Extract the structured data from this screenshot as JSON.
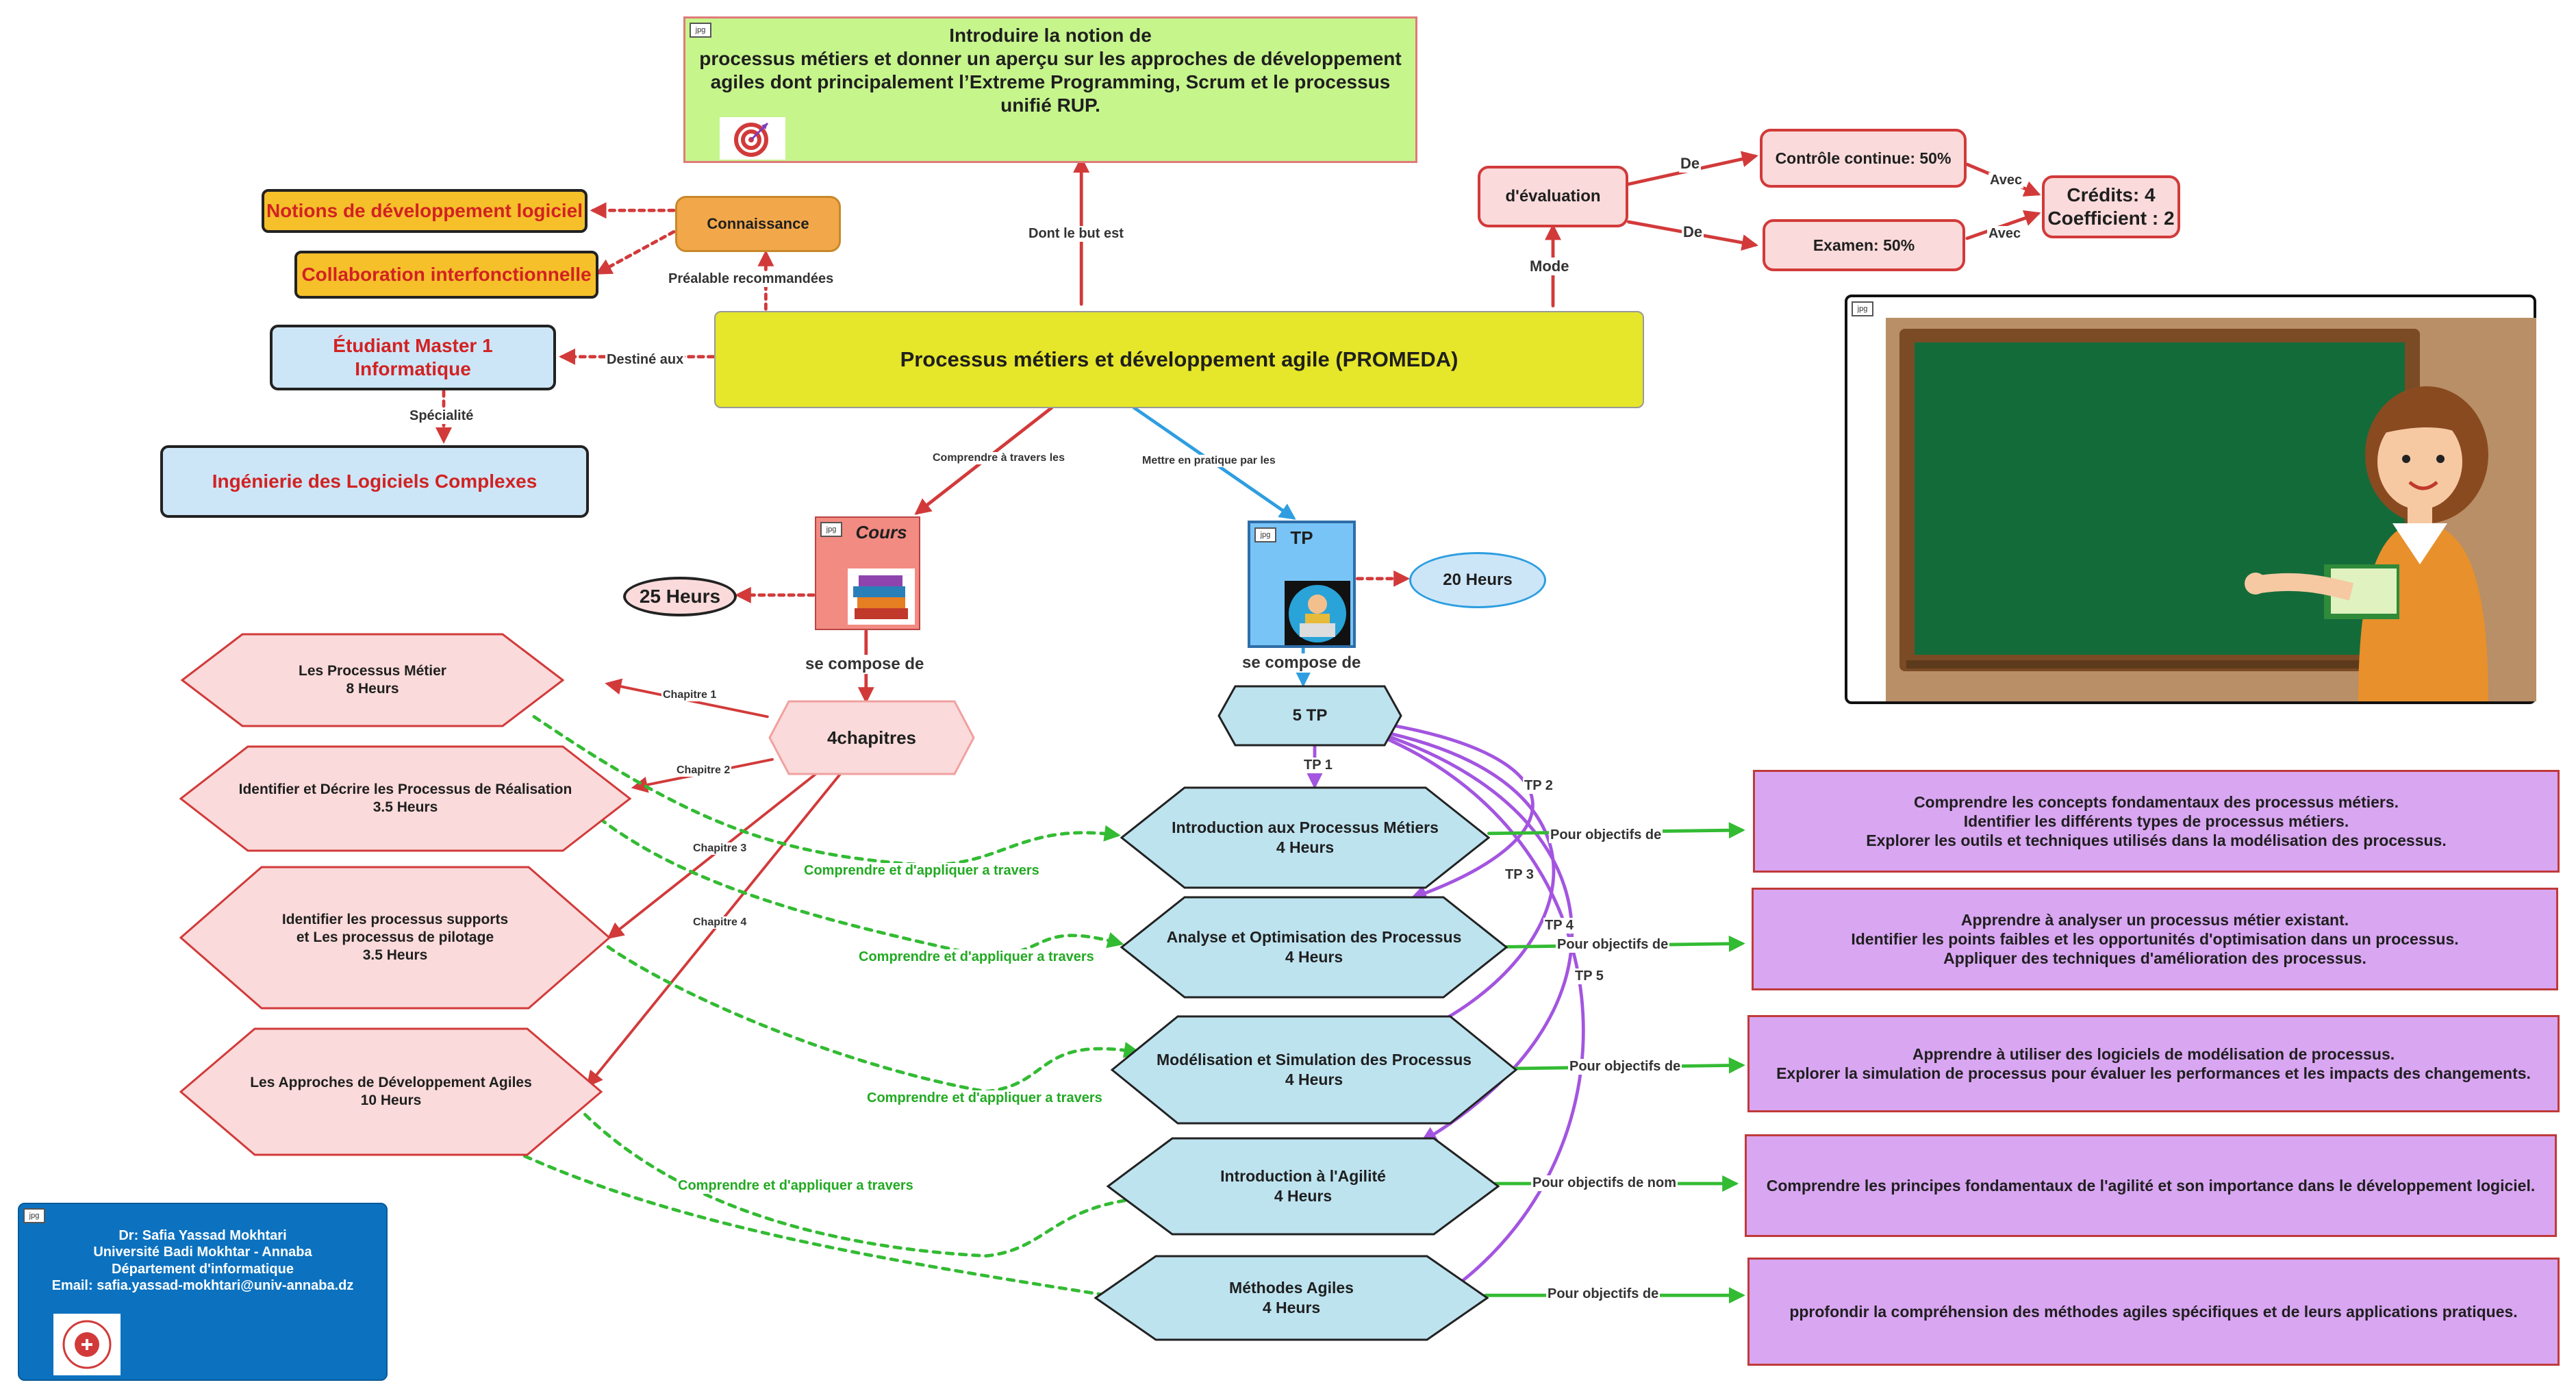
{
  "goal": {
    "lines": [
      "Introduire la notion de",
      "processus métiers et donner un aperçu sur les approches de développement",
      "agiles dont principalement l’Extreme Programming, Scrum et le processus",
      "unifié RUP."
    ],
    "icon": "target-icon"
  },
  "central": {
    "label": "Processus métiers et développement agile (PROMEDA)"
  },
  "edge_labels": {
    "dont_le_but": "Dont le but est",
    "mode": "Mode",
    "prealable": "Préalable  recommandées",
    "destine": "Destiné aux",
    "specialite": "Spécialité",
    "comprendre_travers": "Comprendre à travers les",
    "mettre_pratique": "Mettre en pratique par les",
    "de1": "De",
    "de2": "De",
    "avec1": "Avec",
    "avec2": "Avec",
    "cours_compose": "se compose de",
    "tp_compose": "se compose de",
    "chapitre1": "Chapitre 1",
    "chapitre2": "Chapitre 2",
    "chapitre3": "Chapitre 3",
    "chapitre4": "Chapitre 4",
    "tp1": "TP 1",
    "tp2": "TP 2",
    "tp3": "TP 3",
    "tp4": "TP 4",
    "tp5": "TP 5",
    "cat1": "Comprendre et d'appliquer a travers",
    "cat2": "Comprendre et d'appliquer a travers",
    "cat3": "Comprendre et d'appliquer a travers",
    "cat4": "Comprendre et d'appliquer a travers",
    "obj1": "Pour objectifs de",
    "obj2": "Pour objectifs de",
    "obj3": "Pour objectifs de",
    "obj4": "Pour objectifs de nom",
    "obj5": "Pour objectifs de"
  },
  "connaissance": {
    "label": "Connaissance",
    "items": [
      "Notions de développement logiciel",
      "Collaboration interfonctionnelle"
    ]
  },
  "audience": {
    "label": "Étudiant Master 1 Informatique",
    "specialty": "Ingénierie des Logiciels Complexes"
  },
  "evaluation": {
    "label": "d'évaluation",
    "continuous": "Contrôle continue: 50%",
    "exam": "Examen: 50%",
    "credits": "Crédits: 4",
    "coefficient": "Coefficient : 2"
  },
  "cours": {
    "label": "Cours",
    "hours": "25 Heurs",
    "chapters_label": "4chapitres"
  },
  "tp": {
    "label": "TP",
    "hours": "20 Heurs",
    "count_label": "5 TP"
  },
  "chapters": [
    {
      "title": "Les Processus Métier",
      "hours": "8 Heurs"
    },
    {
      "title": "Identifier et Décrire les Processus de Réalisation",
      "hours": "3.5 Heurs"
    },
    {
      "title": "Identifier les processus supports",
      "title2": "et Les processus de pilotage",
      "hours": "3.5 Heurs"
    },
    {
      "title": "Les Approches de Développement Agiles",
      "hours": "10 Heurs"
    }
  ],
  "tps": [
    {
      "title": "Introduction aux Processus Métiers",
      "hours": "4 Heurs"
    },
    {
      "title": "Analyse et Optimisation des Processus",
      "hours": "4 Heurs"
    },
    {
      "title": "Modélisation et Simulation des Processus",
      "hours": "4 Heurs"
    },
    {
      "title": "Introduction à l'Agilité",
      "hours": "4 Heurs"
    },
    {
      "title": "Méthodes Agiles",
      "hours": "4 Heurs"
    }
  ],
  "objectives": [
    {
      "lines": [
        "Comprendre les concepts fondamentaux des processus métiers.",
        "Identifier les différents types de processus métiers.",
        "Explorer les outils et techniques utilisés dans la modélisation des processus."
      ]
    },
    {
      "lines": [
        "Apprendre à analyser un processus métier existant.",
        "Identifier les points faibles et les opportunités d'optimisation dans un processus.",
        "Appliquer des techniques d'amélioration des processus."
      ]
    },
    {
      "lines": [
        "Apprendre à utiliser des logiciels de modélisation de processus.",
        "Explorer la simulation de processus pour évaluer les performances et les impacts des changements."
      ]
    },
    {
      "lines": [
        "Comprendre les principes fondamentaux de l'agilité et son importance dans le développement logiciel."
      ]
    },
    {
      "lines": [
        "pprofondir la compréhension des méthodes agiles spécifiques et de leurs applications pratiques."
      ]
    }
  ],
  "author": {
    "name": "Dr: Safia Yassad Mokhtari",
    "university": "Université Badi Mokhtar - Annaba",
    "department": "Département d'informatique",
    "email": "Email:  safia.yassad-mokhtari@univ-annaba.dz"
  },
  "image_tag": "jpg",
  "colors": {
    "red": "#d23a3a",
    "blue": "#2e9ee0",
    "green": "#33bb33",
    "purple": "#a355e0",
    "goal_fill": "#c6f58c",
    "central_fill": "#e6e62a",
    "hex_pink": "#fadada",
    "hex_blue": "#bde3ef",
    "objective_fill": "#d9a6f2",
    "author_fill": "#0c72c0"
  }
}
